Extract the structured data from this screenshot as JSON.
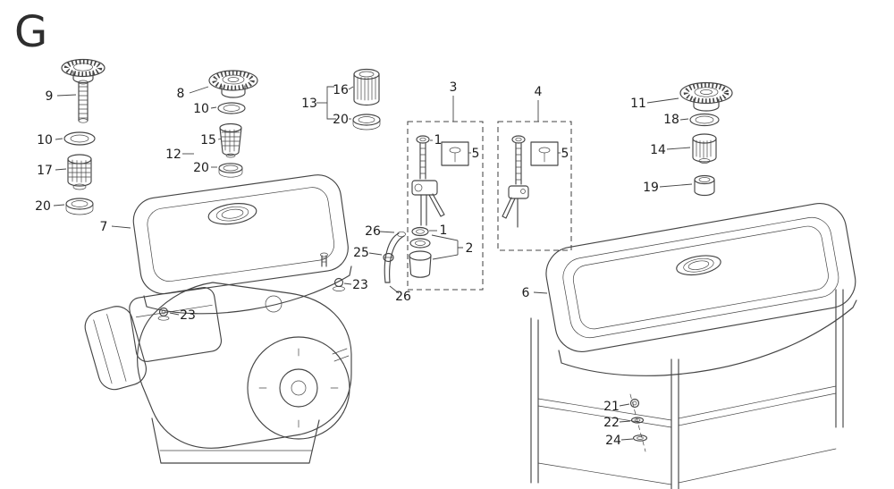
{
  "section_letter": "G",
  "colors": {
    "background": "#ffffff",
    "line": "#454545",
    "label": "#1d1d1d"
  },
  "callouts": {
    "c9": "9",
    "c10a": "10",
    "c17": "17",
    "c20a": "20",
    "c8": "8",
    "c10b": "10",
    "c15": "15",
    "c12": "12",
    "c20b": "20",
    "c13": "13",
    "c16": "16",
    "c20c": "20",
    "c3": "3",
    "c1a": "1",
    "c5a": "5",
    "c26a": "26",
    "c1b": "1",
    "c25": "25",
    "c2": "2",
    "c26b": "26",
    "c4": "4",
    "c5b": "5",
    "c11": "11",
    "c18": "18",
    "c14": "14",
    "c19": "19",
    "c7": "7",
    "c23a": "23",
    "c23b": "23",
    "c6": "6",
    "c21": "21",
    "c22": "22",
    "c24": "24"
  }
}
